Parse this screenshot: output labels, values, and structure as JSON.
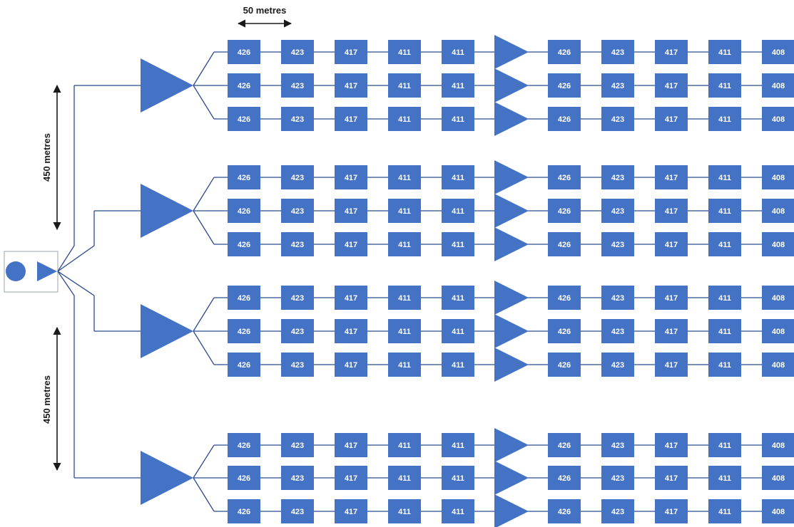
{
  "colors": {
    "fill": "#4472c4",
    "line": "#2b4a90",
    "label": "#ffffff",
    "text": "#1a1a1a",
    "source_border": "#9aa3b0"
  },
  "dimensions": {
    "horizontal": "50 metres",
    "vertical_top": "450 metres",
    "vertical_bottom": "450 metres"
  },
  "source": {
    "shapes": [
      "circle",
      "triangle"
    ]
  },
  "groups": [
    {
      "rows": [
        [
          "426",
          "423",
          "417",
          "411",
          "411",
          "426",
          "423",
          "417",
          "411",
          "408"
        ],
        [
          "426",
          "423",
          "417",
          "411",
          "411",
          "426",
          "423",
          "417",
          "411",
          "408"
        ],
        [
          "426",
          "423",
          "417",
          "411",
          "411",
          "426",
          "423",
          "417",
          "411",
          "408"
        ]
      ]
    },
    {
      "rows": [
        [
          "426",
          "423",
          "417",
          "411",
          "411",
          "426",
          "423",
          "417",
          "411",
          "408"
        ],
        [
          "426",
          "423",
          "417",
          "411",
          "411",
          "426",
          "423",
          "417",
          "411",
          "408"
        ],
        [
          "426",
          "423",
          "417",
          "411",
          "411",
          "426",
          "423",
          "417",
          "411",
          "408"
        ]
      ]
    },
    {
      "rows": [
        [
          "426",
          "423",
          "417",
          "411",
          "411",
          "426",
          "423",
          "417",
          "411",
          "408"
        ],
        [
          "426",
          "423",
          "417",
          "411",
          "411",
          "426",
          "423",
          "417",
          "411",
          "408"
        ],
        [
          "426",
          "423",
          "417",
          "411",
          "411",
          "426",
          "423",
          "417",
          "411",
          "408"
        ]
      ]
    },
    {
      "rows": [
        [
          "426",
          "423",
          "417",
          "411",
          "411",
          "426",
          "423",
          "417",
          "411",
          "408"
        ],
        [
          "426",
          "423",
          "417",
          "411",
          "411",
          "426",
          "423",
          "417",
          "411",
          "408"
        ],
        [
          "426",
          "423",
          "417",
          "411",
          "411",
          "426",
          "423",
          "417",
          "411",
          "408"
        ]
      ]
    }
  ]
}
